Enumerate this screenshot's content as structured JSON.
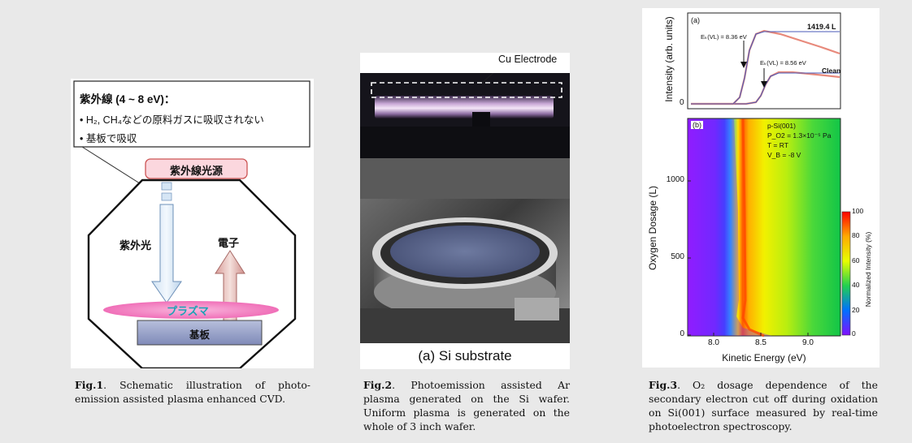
{
  "fig1": {
    "note_title": "紫外線 (4 ~ 8 eV)：",
    "note_line1": "• H₂, CH₄などの原料ガスに吸収されない",
    "note_line2": "• 基板で吸収",
    "source_label": "紫外線光源",
    "uv_label": "紫外光",
    "electron_label": "電子",
    "plasma_label": "プラズマ",
    "substrate_label": "基板",
    "caption_label": "Fig.1",
    "caption_text": ". Schematic illustration of photo-emission assisted plasma enhanced CVD."
  },
  "fig2": {
    "electrode_label": "Cu Electrode",
    "substrate_caption": "(a) Si substrate",
    "caption_label": "Fig.2",
    "caption_text": ". Photoemission assisted Ar plasma generated on the Si wafer. Uniform plasma is generated on the whole of 3 inch wafer."
  },
  "fig3": {
    "panel_a": "(a)",
    "panel_b": "(b)",
    "ylabel_a": "Intensity (arb. units)",
    "ylabel_b": "Oxygen Dosage (L)",
    "xlabel": "Kinetic Energy (eV)",
    "label_1419": "1419.4 L",
    "label_clean": "Clean",
    "ev_top": "Eₖ(VL) = 8.36 eV",
    "ev_bottom": "Eₖ(VL) = 8.56 eV",
    "info_1": "p-Si(001)",
    "info_2": "P_O2 = 1.3×10⁻⁵ Pa",
    "info_3": "T = RT",
    "info_4": "V_B = -8 V",
    "colorbar_label": "Normalized Intensity (%)",
    "colorbar_ticks": [
      "100",
      "80",
      "60",
      "40",
      "20",
      "0"
    ],
    "y_ticks_b": [
      "1000",
      "500",
      "0"
    ],
    "y_tick_a_zero": "0",
    "x_ticks": [
      "8.0",
      "8.5",
      "9.0"
    ],
    "caption_label": "Fig.3",
    "caption_o2": ". O₂ dosage dependence of the secondary electron cut off during oxidation on Si(001) surface measured by real-time photoelectron spectroscopy."
  }
}
